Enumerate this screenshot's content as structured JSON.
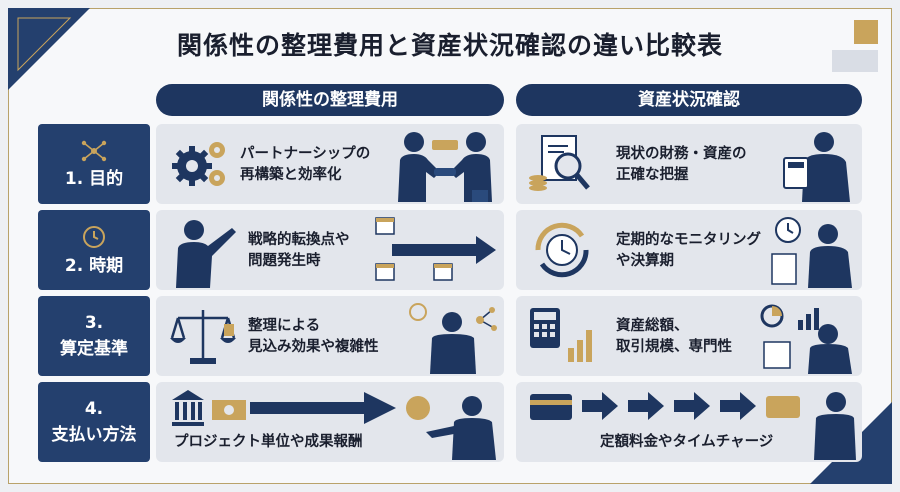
{
  "title": "関係性の整理費用と資産状況確認の違い比較表",
  "columns": {
    "left": "関係性の整理費用",
    "right": "資産状況確認"
  },
  "rows": [
    {
      "label": "1. 目的",
      "left": [
        "パートナーシップの",
        "再構築と効率化"
      ],
      "right": [
        "現状の財務・資産の",
        "正確な把握"
      ]
    },
    {
      "label": "2. 時期",
      "left": [
        "戦略的転換点や",
        "問題発生時"
      ],
      "right": [
        "定期的なモニタリング",
        "や決算期"
      ]
    },
    {
      "label": "3.",
      "label2": "算定基準",
      "left": [
        "整理による",
        "見込み効果や複雑性"
      ],
      "right": [
        "資産総額、",
        "取引規模、専門性"
      ]
    },
    {
      "label": "4.",
      "label2": "支払い方法",
      "left": [
        "プロジェクト単位や成果報酬"
      ],
      "right": [
        "定額料金やタイムチャージ"
      ]
    }
  ],
  "colors": {
    "navy": "#1e3660",
    "gold": "#c9a45c",
    "cell": "#e3e6ec"
  }
}
